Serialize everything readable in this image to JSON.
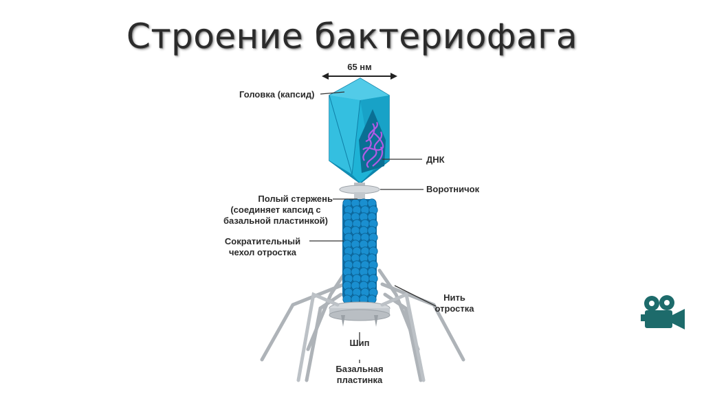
{
  "title": "Строение бактериофага",
  "diagram": {
    "labels": {
      "size": "65 нм",
      "head": "Головка (капсид)",
      "dna": "ДНК",
      "collar": "Воротничок",
      "rod_line1": "Полый стержень",
      "rod_line2": "(соединяет капсид с",
      "rod_line3": "базальной пластинкой)",
      "sheath_line1": "Сократительный",
      "sheath_line2": "чехол отростка",
      "fiber_line1": "Нить",
      "fiber_line2": "отростка",
      "spike": "Шип",
      "base_line1": "Базальная",
      "base_line2": "пластинка"
    },
    "colors": {
      "capsid": "#1fb3d6",
      "capsid_dark": "#0e7fa6",
      "dna": "#9b3fd0",
      "sheath": "#1a8fd0",
      "metal": "#c8ccd0"
    }
  },
  "media_button": {
    "icon": "film-camera-icon",
    "color": "#1d6b6b"
  }
}
